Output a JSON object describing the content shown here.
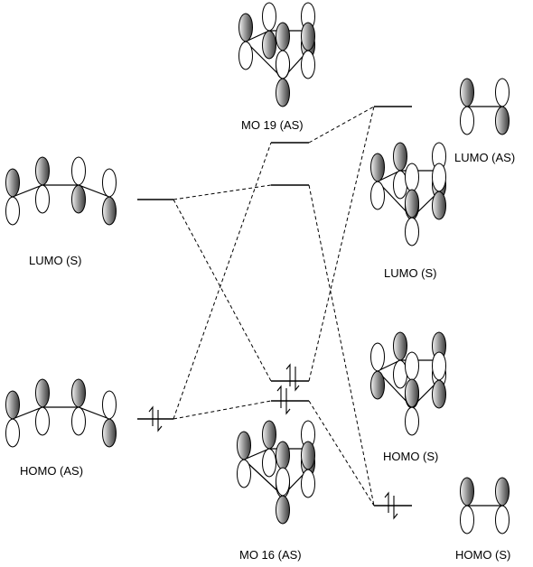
{
  "labels": {
    "mo19": "MO 19 (AS)",
    "lumo_left": "LUMO (S)",
    "homo_left": "HOMO (AS)",
    "mo16": "MO 16 (AS)",
    "lumo_as_right": "LUMO (AS)",
    "lumo_s_right": "LUMO (S)",
    "homo_s_right": "HOMO (S)",
    "homo_s_bottom": "HOMO (S)"
  }
}
